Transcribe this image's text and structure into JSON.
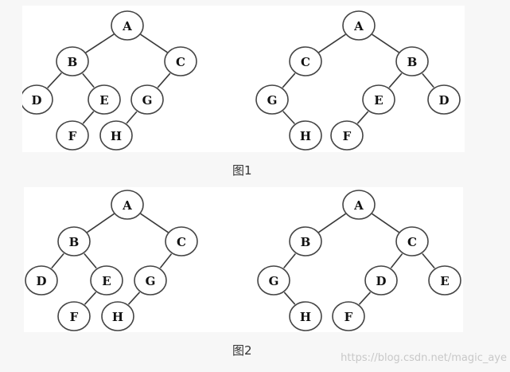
{
  "figures": [
    {
      "caption": "图1",
      "trees": [
        {
          "nodes": [
            "A",
            "B",
            "C",
            "D",
            "E",
            "G",
            "F",
            "H"
          ],
          "edges": [
            [
              "A",
              "B"
            ],
            [
              "A",
              "C"
            ],
            [
              "B",
              "D"
            ],
            [
              "B",
              "E"
            ],
            [
              "C",
              "G"
            ],
            [
              "E",
              "F"
            ],
            [
              "G",
              "H"
            ]
          ]
        },
        {
          "nodes": [
            "A",
            "C",
            "B",
            "G",
            "E",
            "D",
            "H",
            "F"
          ],
          "edges": [
            [
              "A",
              "C"
            ],
            [
              "A",
              "B"
            ],
            [
              "C",
              "G"
            ],
            [
              "B",
              "E"
            ],
            [
              "B",
              "D"
            ],
            [
              "G",
              "H"
            ],
            [
              "E",
              "F"
            ]
          ]
        }
      ]
    },
    {
      "caption": "图2",
      "trees": [
        {
          "nodes": [
            "A",
            "B",
            "C",
            "D",
            "E",
            "G",
            "F",
            "H"
          ],
          "edges": [
            [
              "A",
              "B"
            ],
            [
              "A",
              "C"
            ],
            [
              "B",
              "D"
            ],
            [
              "B",
              "E"
            ],
            [
              "C",
              "G"
            ],
            [
              "E",
              "F"
            ],
            [
              "G",
              "H"
            ]
          ]
        },
        {
          "nodes": [
            "A",
            "B",
            "C",
            "G",
            "D",
            "E",
            "H",
            "F"
          ],
          "edges": [
            [
              "A",
              "B"
            ],
            [
              "A",
              "C"
            ],
            [
              "B",
              "G"
            ],
            [
              "C",
              "D"
            ],
            [
              "C",
              "E"
            ],
            [
              "G",
              "H"
            ],
            [
              "D",
              "F"
            ]
          ]
        }
      ]
    }
  ],
  "watermark": "https://blog.csdn.net/magic_aye"
}
